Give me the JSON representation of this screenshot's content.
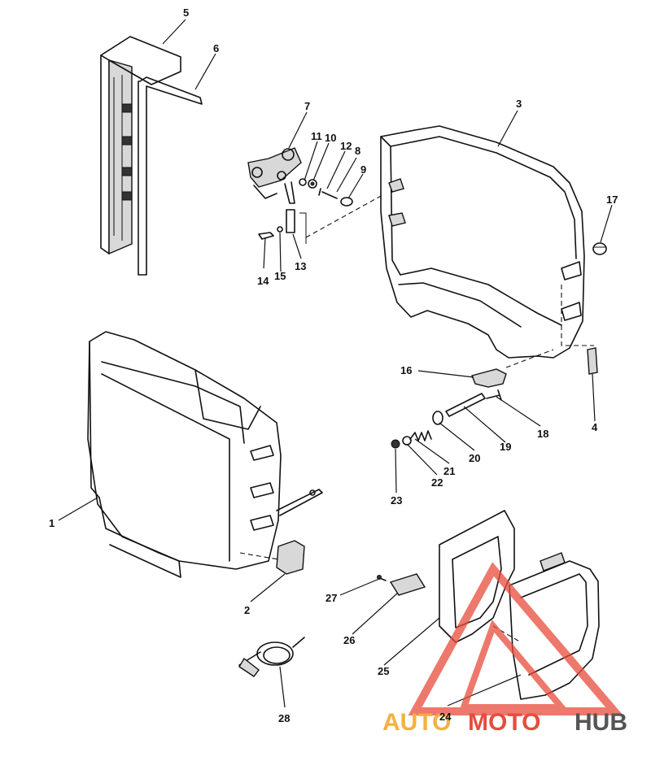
{
  "parts": [
    {
      "id": "1",
      "label": "1"
    },
    {
      "id": "2",
      "label": "2"
    },
    {
      "id": "3",
      "label": "3"
    },
    {
      "id": "4",
      "label": "4"
    },
    {
      "id": "5",
      "label": "5"
    },
    {
      "id": "6",
      "label": "6"
    },
    {
      "id": "7",
      "label": "7"
    },
    {
      "id": "8",
      "label": "8"
    },
    {
      "id": "9",
      "label": "9"
    },
    {
      "id": "10",
      "label": "10"
    },
    {
      "id": "11",
      "label": "11"
    },
    {
      "id": "12",
      "label": "12"
    },
    {
      "id": "13",
      "label": "13"
    },
    {
      "id": "14",
      "label": "14"
    },
    {
      "id": "15",
      "label": "15"
    },
    {
      "id": "16",
      "label": "16"
    },
    {
      "id": "17",
      "label": "17"
    },
    {
      "id": "18",
      "label": "18"
    },
    {
      "id": "19",
      "label": "19"
    },
    {
      "id": "20",
      "label": "20"
    },
    {
      "id": "21",
      "label": "21"
    },
    {
      "id": "22",
      "label": "22"
    },
    {
      "id": "23",
      "label": "23"
    },
    {
      "id": "24",
      "label": "24"
    },
    {
      "id": "25",
      "label": "25"
    },
    {
      "id": "26",
      "label": "26"
    },
    {
      "id": "27",
      "label": "27"
    },
    {
      "id": "28",
      "label": "28"
    }
  ],
  "watermark": {
    "text_a": "AUTO",
    "text_b": "MOTO",
    "text_c": "HUB",
    "color_a": "#f5b041",
    "color_b": "#e74c3c",
    "color_c": "#555555",
    "logo_color": "#e74c3c"
  }
}
